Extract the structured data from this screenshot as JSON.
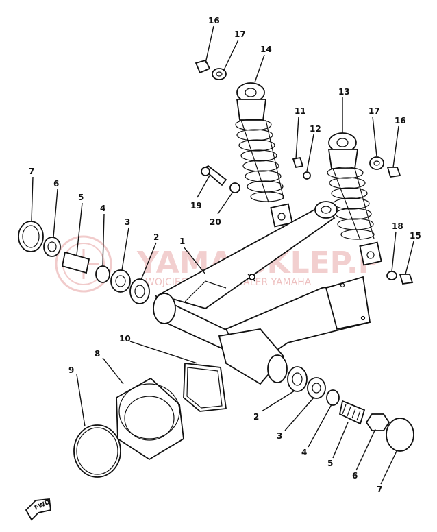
{
  "diagram": {
    "watermark": {
      "title": "YAMA-SKLEP.P",
      "subtitle": "WOJCIECHOWSKI   DEALER YAMAHA",
      "color": "#e8a8a8"
    },
    "direction_marker": "FWD",
    "callouts": [
      {
        "id": "c16a",
        "number": "16"
      },
      {
        "id": "c17a",
        "number": "17"
      },
      {
        "id": "c14",
        "number": "14"
      },
      {
        "id": "c13",
        "number": "13"
      },
      {
        "id": "c11",
        "number": "11"
      },
      {
        "id": "c12",
        "number": "12"
      },
      {
        "id": "c17b",
        "number": "17"
      },
      {
        "id": "c16b",
        "number": "16"
      },
      {
        "id": "c19",
        "number": "19"
      },
      {
        "id": "c20",
        "number": "20"
      },
      {
        "id": "c7a",
        "number": "7"
      },
      {
        "id": "c6a",
        "number": "6"
      },
      {
        "id": "c5a",
        "number": "5"
      },
      {
        "id": "c4a",
        "number": "4"
      },
      {
        "id": "c3a",
        "number": "3"
      },
      {
        "id": "c2a",
        "number": "2"
      },
      {
        "id": "c1",
        "number": "1"
      },
      {
        "id": "c18",
        "number": "18"
      },
      {
        "id": "c15",
        "number": "15"
      },
      {
        "id": "c10",
        "number": "10"
      },
      {
        "id": "c8",
        "number": "8"
      },
      {
        "id": "c9",
        "number": "9"
      },
      {
        "id": "c2b",
        "number": "2"
      },
      {
        "id": "c3b",
        "number": "3"
      },
      {
        "id": "c4b",
        "number": "4"
      },
      {
        "id": "c5b",
        "number": "5"
      },
      {
        "id": "c6b",
        "number": "6"
      },
      {
        "id": "c7b",
        "number": "7"
      }
    ]
  }
}
